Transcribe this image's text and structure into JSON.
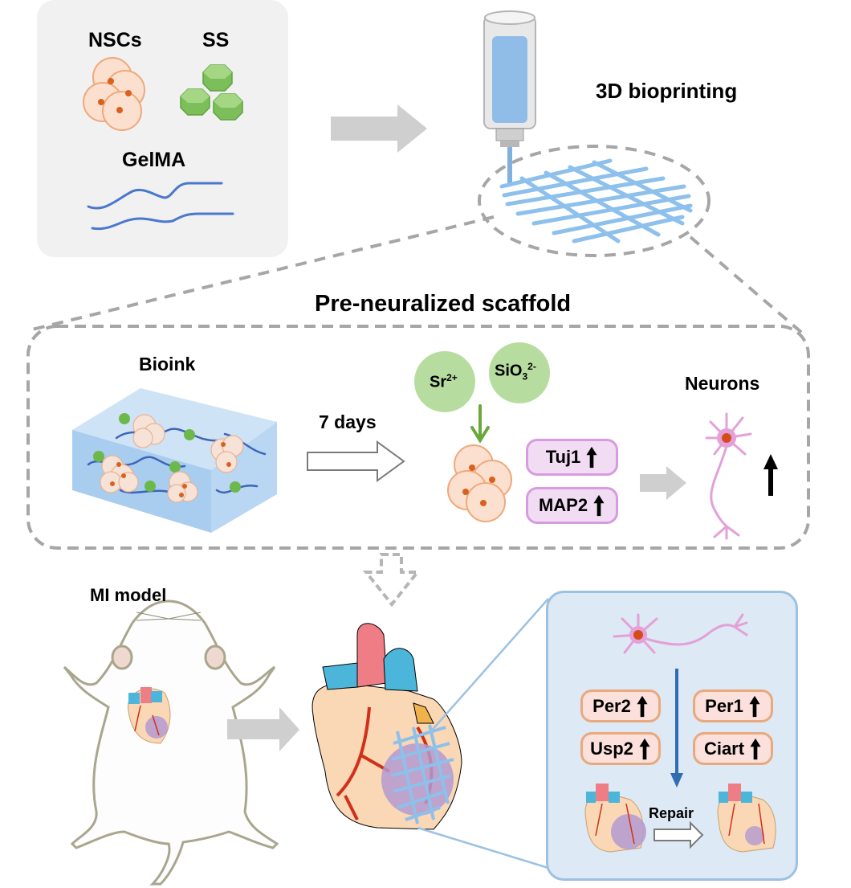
{
  "materials": {
    "nscs_label": "NSCs",
    "ss_label": "SS",
    "gelma_label": "GelMA"
  },
  "bioprinting": {
    "label": "3D bioprinting"
  },
  "scaffold_section": {
    "title": "Pre-neuralized scaffold",
    "bioink_label": "Bioink",
    "duration_label": "7 days",
    "ion_sr": "Sr",
    "ion_sr_charge": "2+",
    "ion_sio": "SiO",
    "ion_sio_sub": "3",
    "ion_sio_charge": "2-",
    "markers": [
      {
        "label": "Tuj1",
        "trend": "up"
      },
      {
        "label": "MAP2",
        "trend": "up"
      }
    ],
    "neurons_label": "Neurons",
    "neurons_trend": "up"
  },
  "mi_section": {
    "model_label": "MI model",
    "genes_left": [
      {
        "label": "Per2",
        "trend": "up"
      },
      {
        "label": "Usp2",
        "trend": "up"
      }
    ],
    "genes_right": [
      {
        "label": "Per1",
        "trend": "up"
      },
      {
        "label": "Ciart",
        "trend": "up"
      }
    ],
    "repair_label": "Repair"
  },
  "colors": {
    "panel_grey": "#f1f1f1",
    "dash_grey": "#a6a6a6",
    "arrow_grey": "#cfcfcf",
    "cell_fill": "#fbe0d0",
    "cell_stroke": "#f0a878",
    "nucleus": "#d8611d",
    "hex_green": "#7cbf5a",
    "ion_green": "#b7dca0",
    "gel_blue": "#a8cdef",
    "fiber_blue": "#4a78cc",
    "neuron_pink": "#e4a0d8",
    "heart_peach": "#fad7b5",
    "heart_red": "#ef7d86",
    "heart_blue": "#4bb6da",
    "infarct_purple": "#b39ad0",
    "repair_bg": "#dde9f4",
    "repair_border": "#9cc1e3",
    "signal_blue": "#2f6db3"
  }
}
